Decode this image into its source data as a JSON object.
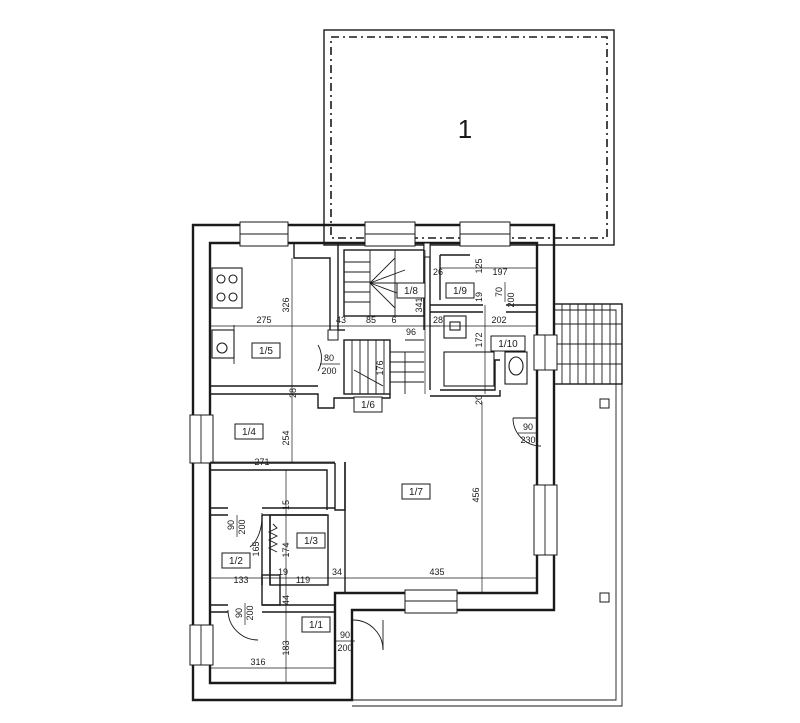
{
  "terrace_label": "1",
  "rooms": {
    "r11": "1/1",
    "r12": "1/2",
    "r13": "1/3",
    "r14": "1/4",
    "r15": "1/5",
    "r16": "1/6",
    "r17": "1/7",
    "r18": "1/8",
    "r19": "1/9",
    "r110": "1/10"
  },
  "dims": {
    "d326": "326",
    "d275": "275",
    "d43": "43",
    "d85": "85",
    "d6": "6",
    "d341": "341",
    "d28a": "28",
    "d96": "96",
    "d202": "202",
    "d172": "172",
    "d176": "176",
    "d20": "20",
    "d26": "26",
    "d125": "125",
    "d197": "197",
    "d19": "19",
    "d28b": "28",
    "d254": "254",
    "d271": "271",
    "d15": "15",
    "d456": "456",
    "d435": "435",
    "d165": "165",
    "d174": "174",
    "d133": "133",
    "d19b": "19",
    "d119": "119",
    "d34": "34",
    "d44": "44",
    "d183": "183",
    "d316": "316"
  },
  "doors": {
    "dr_80_200": [
      "80",
      "200"
    ],
    "dr_70_200": [
      "70",
      "200"
    ],
    "dr_90_230": [
      "90",
      "230"
    ],
    "dr_90_200_a": [
      "90",
      "200"
    ],
    "dr_90_200_b": [
      "90",
      "200"
    ],
    "dr_90_200_c": [
      "90",
      "200"
    ]
  }
}
